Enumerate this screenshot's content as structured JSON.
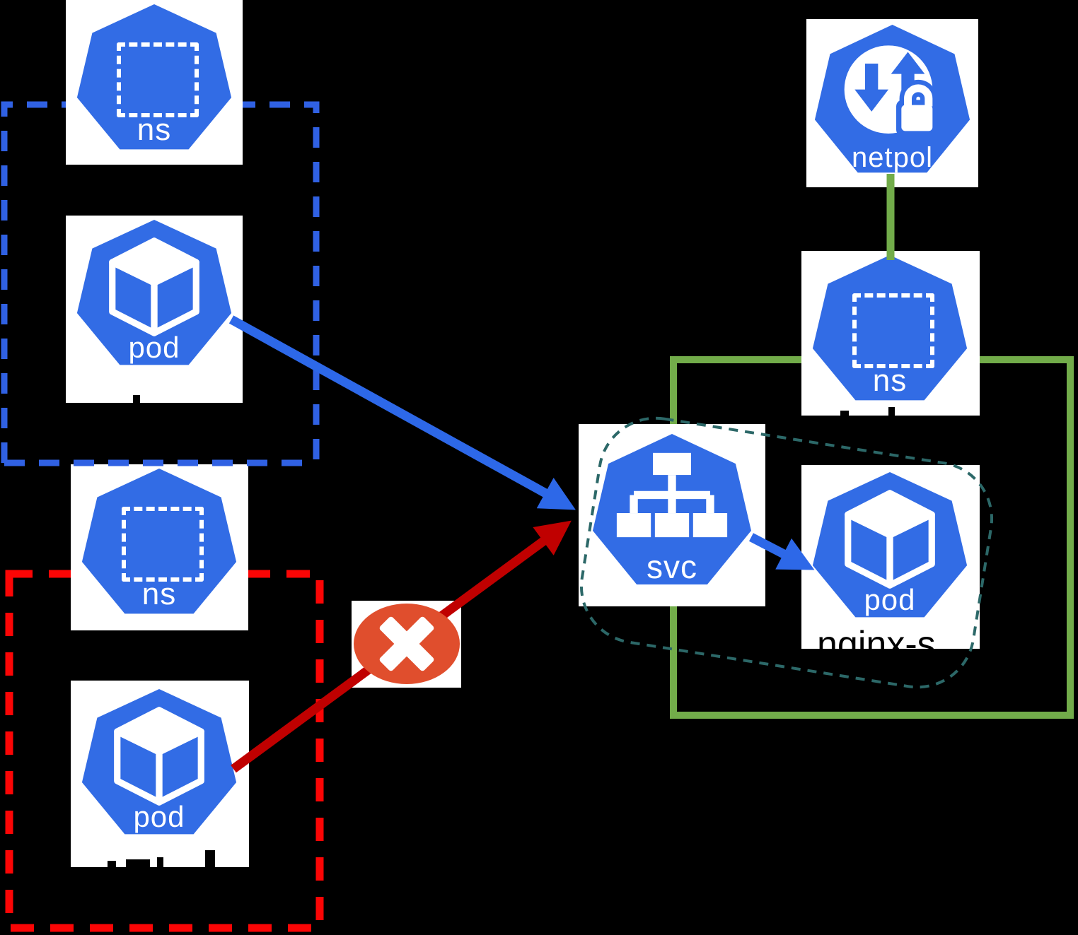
{
  "diagram": {
    "type": "kubernetes-network-policy-diagram",
    "background": "#000000",
    "colors": {
      "kubernetes_blue": "#326CE5",
      "blue_boundary_dash": "#3061E3",
      "red_boundary_dash": "#FB0505",
      "green_boundary": "#72AC4A",
      "selector_teal_dash": "#2C6868",
      "allowed_arrow_blue": "#2D68E8",
      "blocked_arrow_red": "#C00000",
      "blocked_badge_orange": "#E04E2D",
      "icon_label_white": "#FFFFFF",
      "caption_black": "#000000"
    },
    "nodes": {
      "ns_a": {
        "kind": "namespace",
        "label": "ns"
      },
      "pod_a": {
        "kind": "pod",
        "label": "pod"
      },
      "ns_b": {
        "kind": "namespace",
        "label": "ns"
      },
      "pod_b": {
        "kind": "pod",
        "label": "pod"
      },
      "netpol": {
        "kind": "network-policy",
        "label": "netpol"
      },
      "ns_c": {
        "kind": "namespace",
        "label": "ns"
      },
      "svc": {
        "kind": "service",
        "label": "svc"
      },
      "pod_c": {
        "kind": "pod",
        "label": "pod",
        "caption": "nginx-s"
      }
    },
    "edges": {
      "allowed": {
        "from": "pod_a",
        "to": "svc",
        "result": "allowed"
      },
      "blocked": {
        "from": "pod_b",
        "to": "svc",
        "result": "blocked"
      },
      "service_route": {
        "from": "svc",
        "to": "pod_c",
        "result": "allowed"
      },
      "policy_link": {
        "from": "netpol",
        "to": "ns_c",
        "result": "applies-to"
      }
    },
    "groups": {
      "blue_zone": {
        "style": "dashed",
        "color": "#3061E3"
      },
      "red_zone": {
        "style": "dashed",
        "color": "#FB0505"
      },
      "green_zone": {
        "style": "solid",
        "color": "#72AC4A"
      },
      "selector_zone": {
        "style": "dashed-rounded",
        "color": "#2C6868"
      }
    },
    "blocked_marker": {
      "glyph": "✕"
    }
  }
}
